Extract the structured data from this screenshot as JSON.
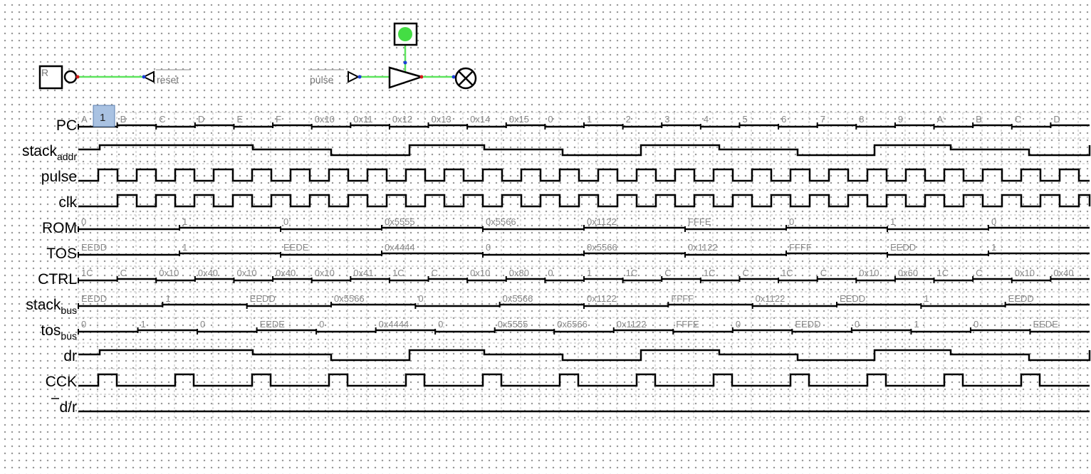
{
  "circuit": {
    "reset_button_letter": "R",
    "reset_tunnel_label": "reset",
    "pulse_tunnel_label": "pulse",
    "colors": {
      "wire_on": "#5ee55e",
      "led_on": "#44dd44",
      "pin_red": "#d41a1a",
      "pin_blue": "#1a3fd4"
    }
  },
  "chronogram": {
    "cursor_value": "1",
    "signals": [
      {
        "key": "pc",
        "main": "PC",
        "sub": "",
        "values": [
          "A",
          "B",
          "C",
          "D",
          "E",
          "F",
          "0x10",
          "0x11",
          "0x12",
          "0x13",
          "0x14",
          "0x15",
          "0",
          "1",
          "2",
          "3",
          "4",
          "5",
          "6",
          "7",
          "8",
          "9",
          "A",
          "B",
          "C",
          "D"
        ]
      },
      {
        "key": "stack_addr",
        "main": "stack",
        "sub": "addr"
      },
      {
        "key": "pulse",
        "main": "pulse",
        "sub": ""
      },
      {
        "key": "clk",
        "main": "clk",
        "sub": ""
      },
      {
        "key": "rom",
        "main": "ROM",
        "sub": "",
        "values": [
          "0",
          "1",
          "0",
          "0x5555",
          "0x5566",
          "0x1122",
          "FFFE",
          "0",
          "1",
          "0"
        ]
      },
      {
        "key": "tos",
        "main": "TOS",
        "sub": "",
        "values": [
          "EEDD",
          "1",
          "EEDE",
          "0x4444",
          "0",
          "0x5566",
          "0x1122",
          "FFFF",
          "EEDD",
          "1"
        ]
      },
      {
        "key": "ctrl",
        "main": "CTRL",
        "sub": "",
        "values": [
          "1C",
          "C",
          "0x10",
          "0x40",
          "0x10",
          "0x40",
          "0x10",
          "0x41",
          "1C",
          "C",
          "0x10",
          "0x80",
          "0",
          "1",
          "1C",
          "C",
          "1C",
          "C",
          "1C",
          "C",
          "0x10",
          "0x60",
          "1C",
          "C",
          "0x10",
          "0x40"
        ]
      },
      {
        "key": "stack_bus",
        "main": "stack",
        "sub": "bus",
        "values": [
          "EEDD",
          "1",
          "EEDD",
          "0x5566",
          "0",
          "0x5566",
          "0x1122",
          "FFFF",
          "0x1122",
          "EEDD",
          "1",
          "EEDD"
        ]
      },
      {
        "key": "tos_bus",
        "main": "tos",
        "sub": "bus",
        "values": [
          "0",
          "1",
          "0",
          "EEDE",
          "0",
          "0x4444",
          "0",
          "0x5555",
          "0x5566",
          "0x1122",
          "FFFE",
          "0",
          "EEDD",
          "0",
          "1",
          "0",
          "EEDE"
        ]
      },
      {
        "key": "dr",
        "main": "dr",
        "sub": ""
      },
      {
        "key": "cck",
        "main": "CCK",
        "sub": ""
      },
      {
        "key": "d_r",
        "main": "d/r",
        "sub": ""
      }
    ]
  }
}
